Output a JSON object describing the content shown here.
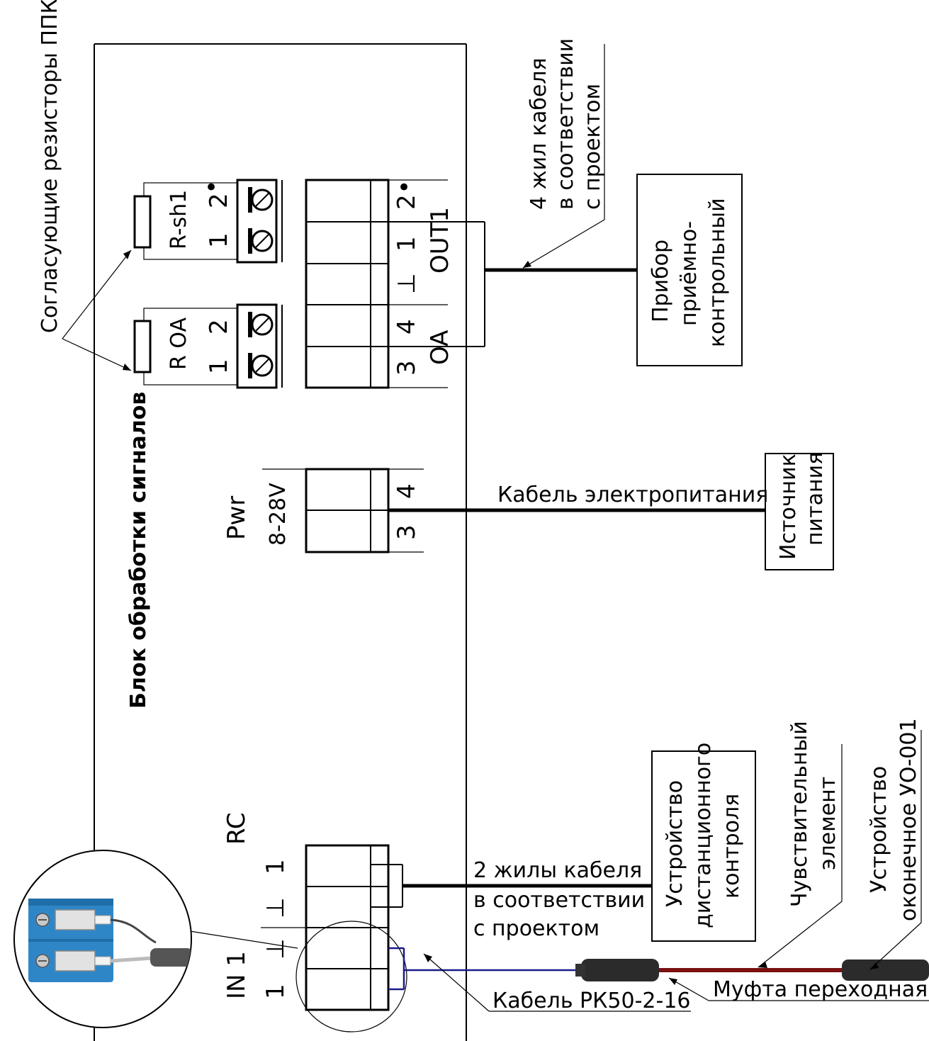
{
  "labels": {
    "resistors": "Согласующие резисторы ППКО",
    "block": "Блок обработки сигналов",
    "pwr": "Pwr",
    "pwr_range": "8-28V",
    "rc": "RC",
    "in1": "IN 1",
    "out1": "OUT1",
    "oa": "OA",
    "r_oa": "R OA",
    "r_sh1": "R-sh1",
    "cable_4_l1": "4 жил кабеля",
    "cable_4_l2": "в соответствии",
    "cable_4_l3": "с проектом",
    "panel_l1": "Прибор",
    "panel_l2": "приёмно-",
    "panel_l3": "контрольный",
    "power_cable": "Кабель электропитания",
    "psu_l1": "Источник",
    "psu_l2": "питания",
    "cable_2_l1": "2 жилы кабеля",
    "cable_2_l2": "в соответствии",
    "cable_2_l3": "с проектом",
    "rc_dev_l1": "Устройство",
    "rc_dev_l2": "дистанционного",
    "rc_dev_l3": "контроля",
    "sensor_l1": "Чувствительный",
    "sensor_l2": "элемент",
    "term_l1": "Устройство",
    "term_l2": "оконечное УО-001",
    "coax": "Кабель РК50-2-16",
    "coupling": "Муфта переходная"
  },
  "pins": {
    "one": "1",
    "two": "2",
    "three": "3",
    "four": "4",
    "ground": "⊥",
    "dot": "•"
  },
  "colors": {
    "coax_wire": "#1a1a8c",
    "sensor_wire": "#7a1010",
    "terminal_blue": "#2f86c7"
  }
}
